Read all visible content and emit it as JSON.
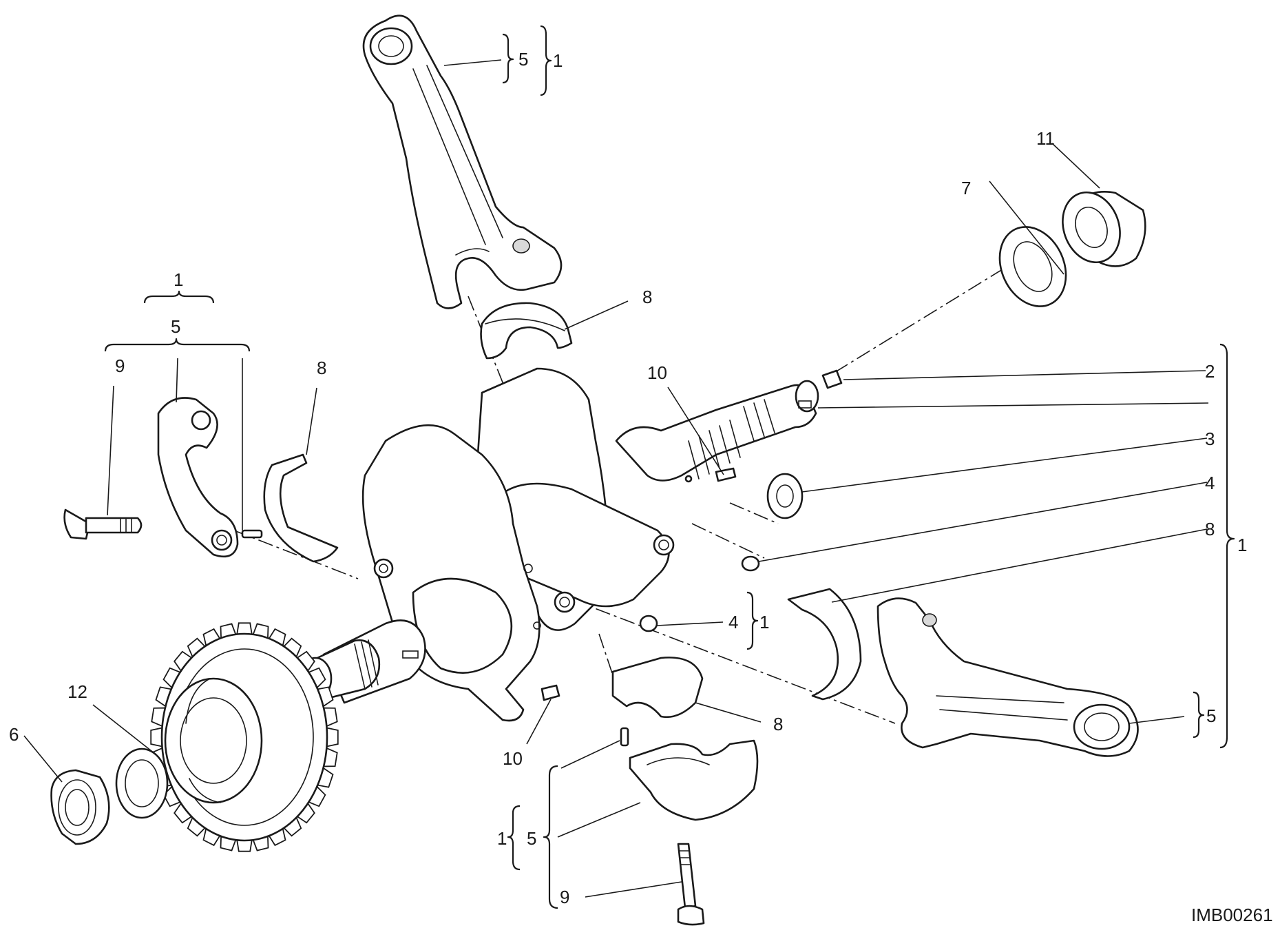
{
  "callouts": {
    "rod_top_5": "5",
    "rod_top_1": "1",
    "nut_11": "11",
    "washer_7": "7",
    "shell_top_8": "8",
    "left_group_1": "1",
    "left_group_5": "5",
    "bolt_left_9": "9",
    "shell_left_8": "8",
    "key_10_top": "10",
    "right_2": "2",
    "right_3": "3",
    "right_4": "4",
    "right_8": "8",
    "right_group_1": "1",
    "center_4": "4",
    "center_1": "1",
    "rod_right_5": "5",
    "shell_lower_8": "8",
    "key_10_bottom": "10",
    "washer_12": "12",
    "nut_6": "6",
    "bottom_group_1": "1",
    "bottom_group_5": "5",
    "bolt_bottom_9": "9"
  },
  "drawing_code": "IMB00261"
}
